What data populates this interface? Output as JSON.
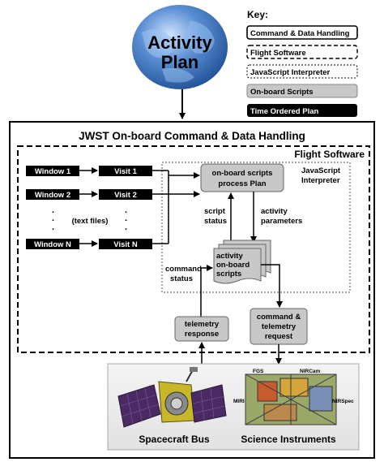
{
  "globe": {
    "line1": "Activity",
    "line2": "Plan"
  },
  "key": {
    "title": "Key:",
    "items": [
      {
        "label": "Command & Data Handling",
        "style": "solid-border"
      },
      {
        "label": "Flight Software",
        "style": "dashed-border"
      },
      {
        "label": "JavaScript Interpreter",
        "style": "dotted-border"
      },
      {
        "label": "On-board Scripts",
        "style": "gray-fill"
      },
      {
        "label": "Time Ordered Plan",
        "style": "black-fill"
      }
    ]
  },
  "cdh": {
    "title": "JWST On-board Command & Data Handling"
  },
  "flight_software": {
    "title": "Flight Software"
  },
  "interpreter": {
    "line1": "JavaScript",
    "line2": "Interpreter"
  },
  "windows": [
    "Window  1",
    "Window 2",
    "Window N"
  ],
  "visits": [
    "Visit  1",
    "Visit 2",
    "Visit N"
  ],
  "text_files": "(text files)",
  "process_plan": {
    "line1": "on-board scripts",
    "line2": "process Plan"
  },
  "script_status": {
    "line1": "script",
    "line2": "status"
  },
  "activity_parameters": {
    "line1": "activity",
    "line2": "parameters"
  },
  "activity_scripts": {
    "line1": "activity",
    "line2": "on-board",
    "line3": "scripts"
  },
  "command_status": {
    "line1": "command",
    "line2": "status"
  },
  "telemetry_response": {
    "line1": "telemetry",
    "line2": "response"
  },
  "command_request": {
    "line1": "command &",
    "line2": "telemetry",
    "line3": "request"
  },
  "spacecraft_bus": "Spacecraft Bus",
  "science_instruments": "Science Instruments",
  "instrument_labels": {
    "fgs": "FGS",
    "nircam": "NIRCam",
    "miri": "MIRI",
    "nirspec": "NIRSpec"
  },
  "colors": {
    "globe": "#3a6fb8",
    "gray_box": "#c8c8c8",
    "black_box": "#000000",
    "panel_bg": "#eeeeee"
  }
}
